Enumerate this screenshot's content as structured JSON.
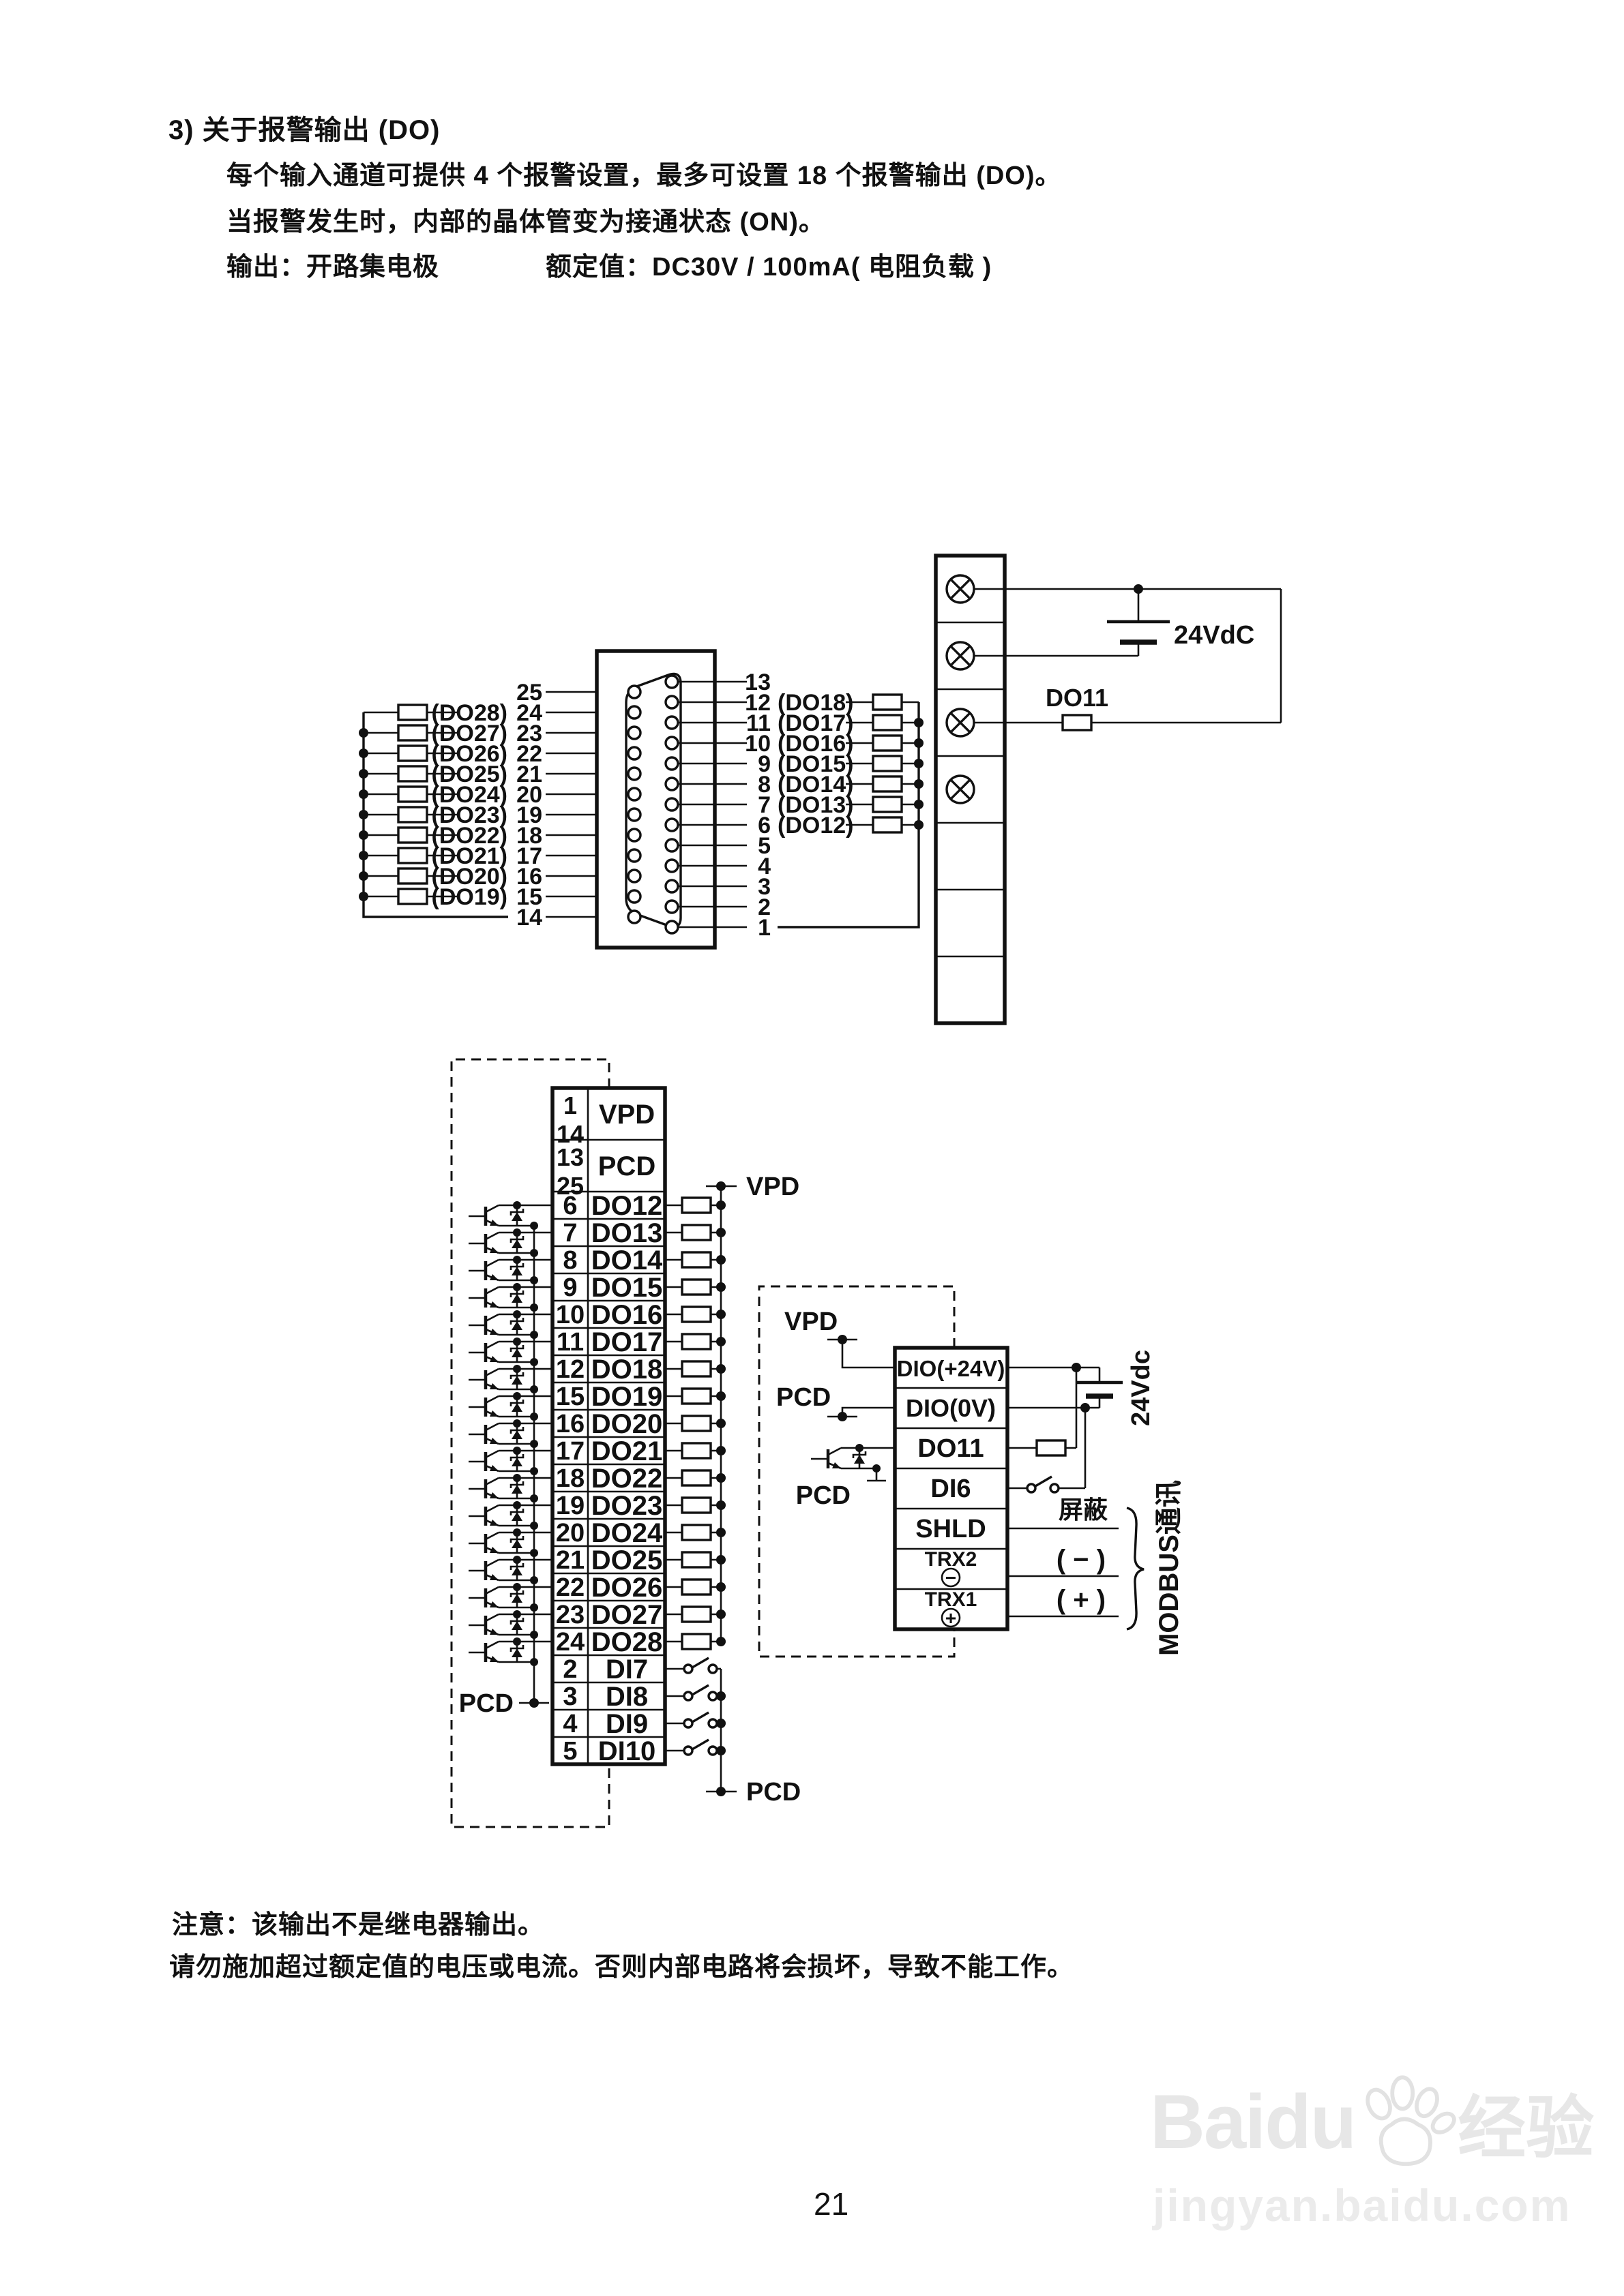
{
  "header": {
    "line1": "3) 关于报警输出 (DO)",
    "line2": "每个输入通道可提供 4 个报警设置，最多可设置 18 个报警输出 (DO)。",
    "line3": "当报警发生时，内部的晶体管变为接通状态 (ON)。",
    "line4_left": "输出：开路集电极",
    "line4_right": "额定值：DC30V / 100mA( 电阻负载 )"
  },
  "top_diagram": {
    "power_label": "24VdC",
    "do11_label": "DO11",
    "left_rows": [
      {
        "num": "25",
        "label": ""
      },
      {
        "num": "24",
        "label": "(DO28)"
      },
      {
        "num": "23",
        "label": "(DO27)"
      },
      {
        "num": "22",
        "label": "(DO26)"
      },
      {
        "num": "21",
        "label": "(DO25)"
      },
      {
        "num": "20",
        "label": "(DO24)"
      },
      {
        "num": "19",
        "label": "(DO23)"
      },
      {
        "num": "18",
        "label": "(DO22)"
      },
      {
        "num": "17",
        "label": "(DO21)"
      },
      {
        "num": "16",
        "label": "(DO20)"
      },
      {
        "num": "15",
        "label": "(DO19)"
      },
      {
        "num": "14",
        "label": ""
      }
    ],
    "right_rows": [
      {
        "num": "13",
        "label": ""
      },
      {
        "num": "12",
        "label": "(DO18)"
      },
      {
        "num": "11",
        "label": "(DO17)"
      },
      {
        "num": "10",
        "label": "(DO16)"
      },
      {
        "num": "9",
        "label": "(DO15)"
      },
      {
        "num": "8",
        "label": "(DO14)"
      },
      {
        "num": "7",
        "label": "(DO13)"
      },
      {
        "num": "6",
        "label": "(DO12)"
      },
      {
        "num": "5",
        "label": ""
      },
      {
        "num": "4",
        "label": ""
      },
      {
        "num": "3",
        "label": ""
      },
      {
        "num": "2",
        "label": ""
      },
      {
        "num": "1",
        "label": ""
      }
    ]
  },
  "bottom_diagram": {
    "vpd_terminal": "VPD",
    "pcd_emitter": "PCD",
    "pcd_bottom": "PCD",
    "rows": [
      {
        "p1": "1",
        "p2": "14",
        "name": "VPD"
      },
      {
        "p1": "13",
        "p2": "25",
        "name": "PCD"
      },
      {
        "p1": "6",
        "name": "DO12"
      },
      {
        "p1": "7",
        "name": "DO13"
      },
      {
        "p1": "8",
        "name": "DO14"
      },
      {
        "p1": "9",
        "name": "DO15"
      },
      {
        "p1": "10",
        "name": "DO16"
      },
      {
        "p1": "11",
        "name": "DO17"
      },
      {
        "p1": "12",
        "name": "DO18"
      },
      {
        "p1": "15",
        "name": "DO19"
      },
      {
        "p1": "16",
        "name": "DO20"
      },
      {
        "p1": "17",
        "name": "DO21"
      },
      {
        "p1": "18",
        "name": "DO22"
      },
      {
        "p1": "19",
        "name": "DO23"
      },
      {
        "p1": "20",
        "name": "DO24"
      },
      {
        "p1": "21",
        "name": "DO25"
      },
      {
        "p1": "22",
        "name": "DO26"
      },
      {
        "p1": "23",
        "name": "DO27"
      },
      {
        "p1": "24",
        "name": "DO28"
      },
      {
        "p1": "2",
        "name": "DI7"
      },
      {
        "p1": "3",
        "name": "DI8"
      },
      {
        "p1": "4",
        "name": "DI9"
      },
      {
        "p1": "5",
        "name": "DI10"
      }
    ]
  },
  "modbus": {
    "row_dio24": "DIO(+24V)",
    "row_dio0": "DIO(0V)",
    "row_do11": "DO11",
    "row_di6": "DI6",
    "row_shld": "SHLD",
    "trx2": "TRX2",
    "trx2_sign": "−",
    "trx1": "TRX1",
    "trx1_sign": "+",
    "vpd": "VPD",
    "pcd_in": "PCD",
    "pcd_out": "PCD",
    "power": "24Vdc",
    "shield": "屏蔽",
    "minus": "( − )",
    "plus": "( + )",
    "bus_label": "MODBUS通讯"
  },
  "notes": {
    "line1": "注意：该输出不是继电器输出。",
    "line2": "请勿施加超过额定值的电压或电流。否则内部电路将会损坏，导致不能工作。"
  },
  "footer": {
    "page_number": "21"
  },
  "watermark": {
    "brand": "Baidu",
    "brand_suffix": "经验",
    "url": "jingyan.baidu.com"
  }
}
